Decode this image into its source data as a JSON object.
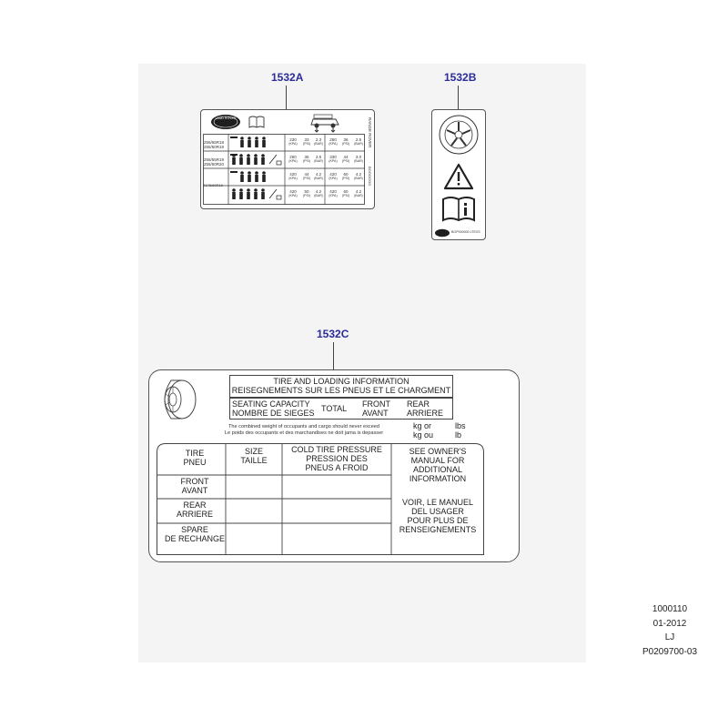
{
  "callouts": {
    "a": "1532A",
    "b": "1532B",
    "c": "1532C"
  },
  "label_a": {
    "brand": "LAND ROVER",
    "side_text": "RANGE ROVER",
    "side_code": "BOOOOOO",
    "rows": [
      {
        "size1": "255/55R18",
        "size2": "255/50R19",
        "front_kpa": "230",
        "front_psi": "33",
        "front_bar": "2.3",
        "rear_kpa": "250",
        "rear_psi": "36",
        "rear_bar": "2.5"
      },
      {
        "size1": "255/55R19",
        "size2": "255/50R20",
        "front_kpa": "250",
        "front_psi": "36",
        "front_bar": "2.5",
        "rear_kpa": "330",
        "rear_psi": "44",
        "rear_bar": "3.0"
      },
      {
        "size1": "",
        "size2": "",
        "front_kpa": "420",
        "front_psi": "44",
        "front_bar": "4.2",
        "rear_kpa": "420",
        "rear_psi": "60",
        "rear_bar": "4.2"
      },
      {
        "size1": "T175/80R19",
        "size2": "",
        "front_kpa": "420",
        "front_psi": "50",
        "front_bar": "4.2",
        "rear_kpa": "420",
        "rear_psi": "60",
        "rear_bar": "4.2"
      }
    ],
    "units": {
      "kpa": "(KPA)",
      "psi": "(PSI)",
      "bar": "(BAR)"
    }
  },
  "label_b": {
    "brand": "LAND ROVER",
    "code": "BOP000000 LTEXS"
  },
  "label_c": {
    "title1": "TIRE AND LOADING INFORMATION",
    "title2": "REISEGNEMENTS SUR LES PNEUS ET LE CHARGMENT",
    "seating1": "SEATING CAPACITY",
    "seating2": "NOMBRE DE SIEGES",
    "total": "TOTAL",
    "front1": "FRONT",
    "front2": "AVANT",
    "rear1": "REAR",
    "rear2": "ARRIERE",
    "combined_en": "The combined weight of occupants and cargo should never exceed",
    "combined_fr": "Le poids des occupants et des marchandises ne doit jama is depasser",
    "kg_or": "kg or",
    "kg_ou": "kg ou",
    "lbs": "lbs",
    "lb": "lb",
    "col_tire1": "TIRE",
    "col_tire2": "PNEU",
    "col_size1": "SIZE",
    "col_size2": "TAILLE",
    "col_cold1": "COLD TIRE PRESSURE",
    "col_cold2": "PRESSION DES",
    "col_cold3": "PNEUS A FROID",
    "row_front1": "FRONT",
    "row_front2": "AVANT",
    "row_rear1": "REAR",
    "row_rear2": "ARRIERE",
    "row_spare1": "SPARE",
    "row_spare2": "DE RECHANGE",
    "manual_en": [
      "SEE OWNER'S",
      "MANUAL FOR",
      "ADDITIONAL",
      "INFORMATION"
    ],
    "manual_fr": [
      "VOIR, LE MANUEL",
      "DEL USAGER",
      "POUR PLUS DE",
      "RENSEIGNEMENTS"
    ]
  },
  "revision": {
    "number": "1000110",
    "date": "01-2012",
    "initials": "LJ",
    "code": "P0209700-03"
  }
}
